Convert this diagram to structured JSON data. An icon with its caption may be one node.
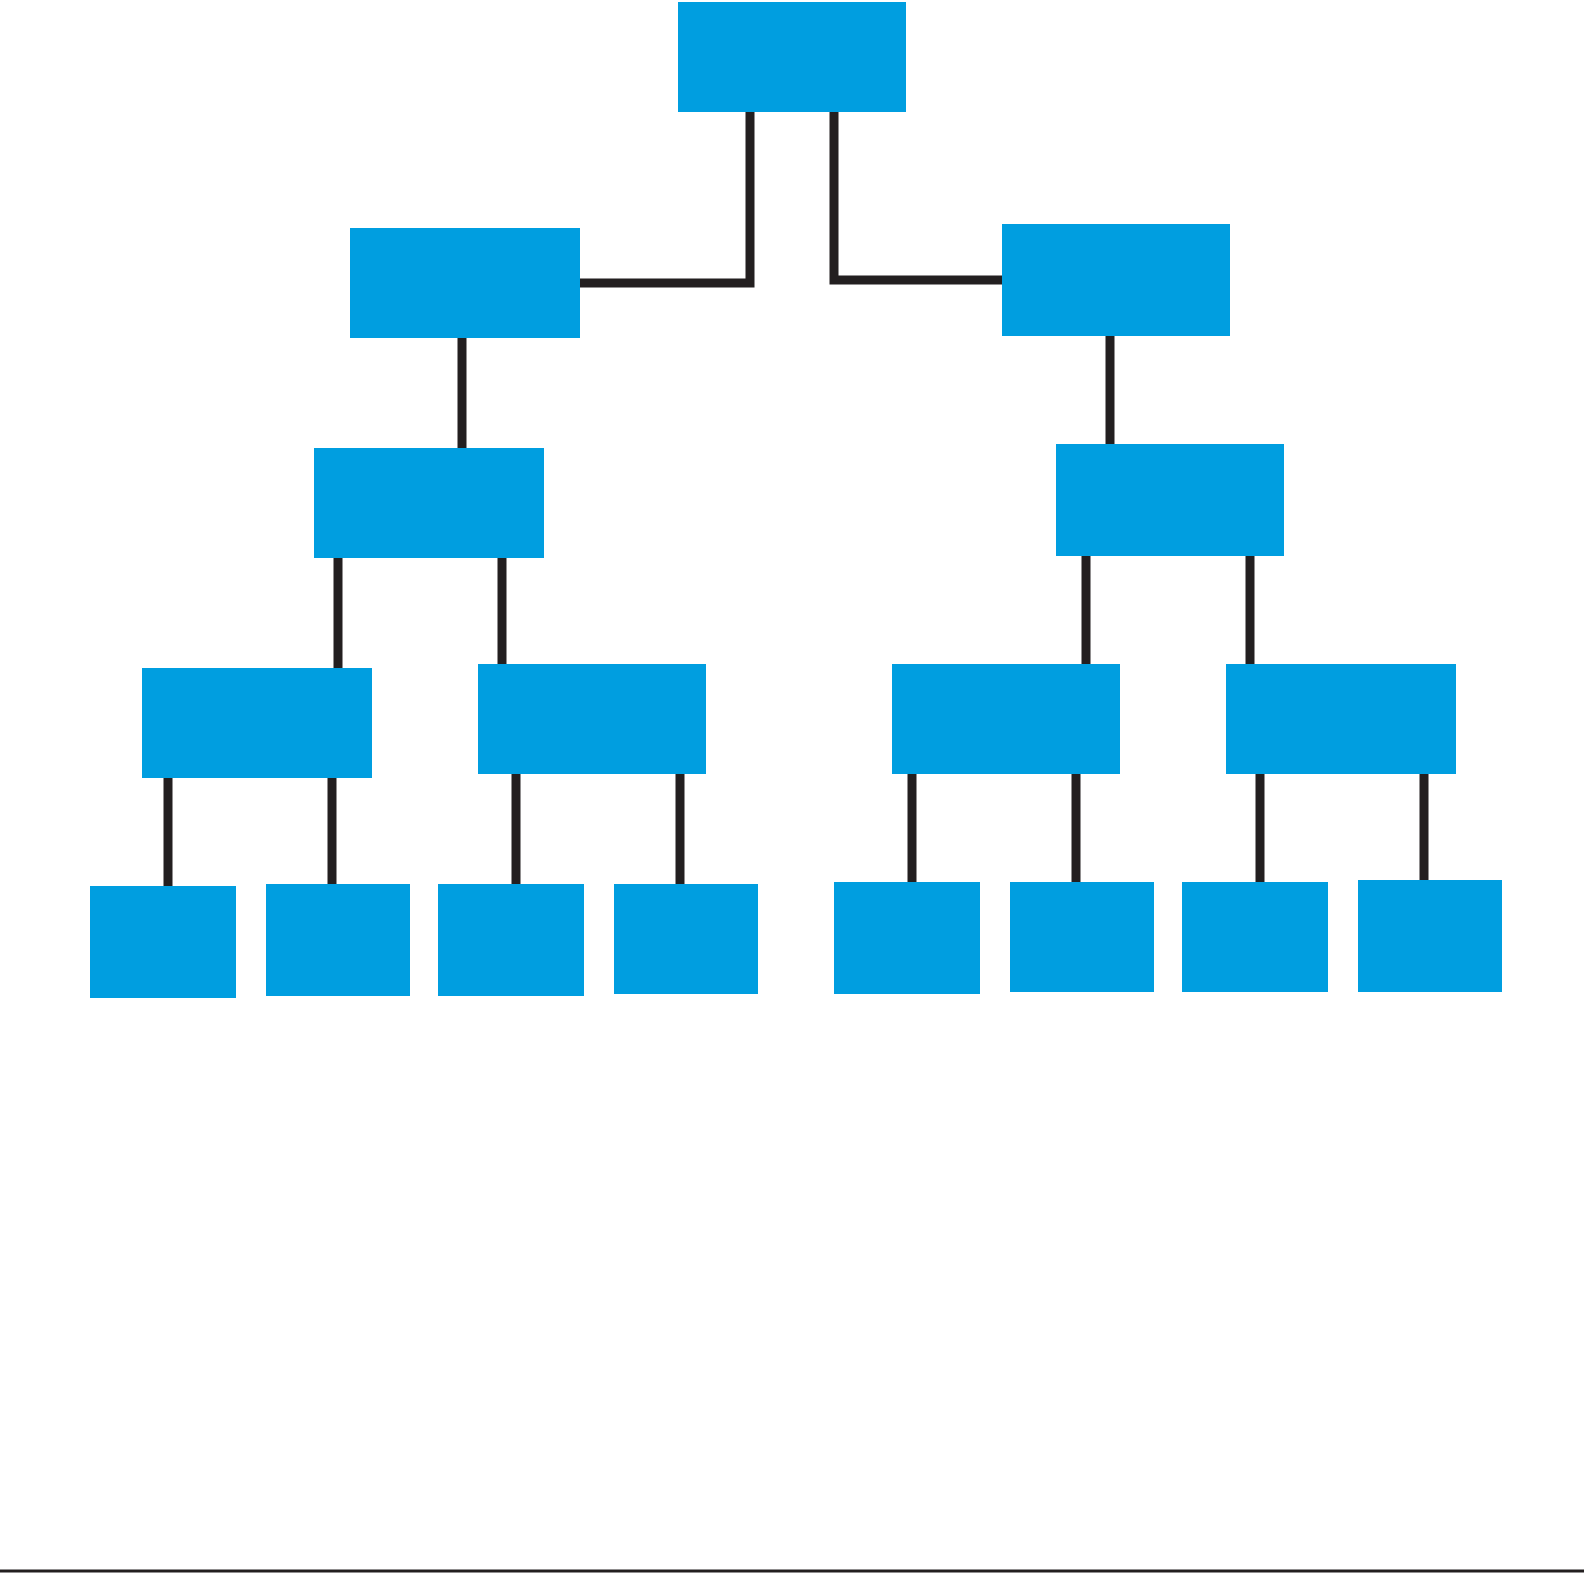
{
  "diagram": {
    "nodes": [
      {
        "text": [],
        "shape": "box"
      },
      {
        "text": [],
        "shape": "box"
      },
      {
        "text": [],
        "shape": "box"
      },
      {
        "text": [],
        "shape": "box"
      },
      {
        "text": [],
        "shape": "box"
      },
      {
        "text": [],
        "shape": "box"
      },
      {
        "text": [],
        "shape": "box"
      },
      {
        "text": [],
        "shape": "box"
      },
      {
        "text": [],
        "shape": "box"
      },
      {
        "text": [],
        "shape": "box"
      },
      {
        "text": [],
        "shape": "box"
      },
      {
        "text": [],
        "shape": "box"
      },
      {
        "text": [],
        "shape": "box"
      },
      {
        "text": [],
        "shape": "box"
      },
      {
        "text": [],
        "shape": "box"
      },
      {
        "text": [],
        "shape": "box"
      },
      {
        "text": [],
        "shape": "box"
      }
    ],
    "edges": [
      {
        "from": 0,
        "to": 1,
        "arrow": "none"
      },
      {
        "from": 0,
        "to": 2,
        "arrow": "none"
      },
      {
        "from": 1,
        "to": 3,
        "arrow": "none"
      },
      {
        "from": 2,
        "to": 4,
        "arrow": "none"
      },
      {
        "from": 3,
        "to": 5,
        "arrow": "none"
      },
      {
        "from": 3,
        "to": 6,
        "arrow": "none"
      },
      {
        "from": 4,
        "to": 7,
        "arrow": "none"
      },
      {
        "from": 4,
        "to": 8,
        "arrow": "none"
      },
      {
        "from": 5,
        "to": 9,
        "arrow": "none"
      },
      {
        "from": 5,
        "to": 10,
        "arrow": "none"
      },
      {
        "from": 6,
        "to": 11,
        "arrow": "none"
      },
      {
        "from": 6,
        "to": 12,
        "arrow": "none"
      },
      {
        "from": 7,
        "to": 13,
        "arrow": "none"
      },
      {
        "from": 7,
        "to": 14,
        "arrow": "none"
      },
      {
        "from": 8,
        "to": 15,
        "arrow": "none"
      },
      {
        "from": 8,
        "to": 16,
        "arrow": "none"
      }
    ]
  }
}
